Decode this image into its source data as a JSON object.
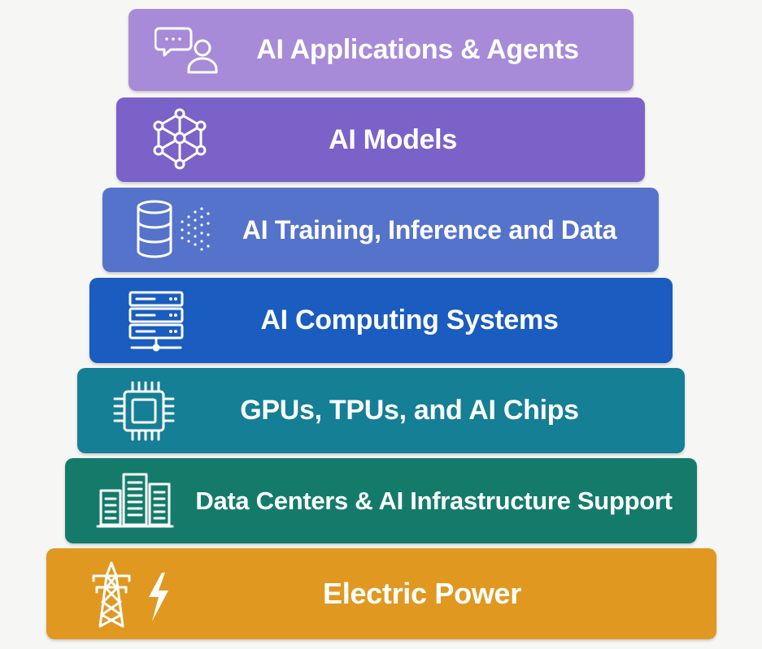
{
  "layers": [
    {
      "label": "AI Applications & Agents",
      "icon": "chat-user-icon",
      "color": "#a78bd8"
    },
    {
      "label": "AI Models",
      "icon": "neural-network-icon",
      "color": "#7a62c9"
    },
    {
      "label": "AI Training, Inference and Data",
      "icon": "database-icon",
      "color": "#5673cb"
    },
    {
      "label": "AI Computing Systems",
      "icon": "server-rack-icon",
      "color": "#1a5cbf"
    },
    {
      "label": "GPUs, TPUs, and AI Chips",
      "icon": "chip-icon",
      "color": "#147f95"
    },
    {
      "label": "Data Centers & AI Infrastructure Support",
      "icon": "buildings-icon",
      "color": "#147b6a"
    },
    {
      "label": "Electric Power",
      "icon": "power-tower-lightning-icon",
      "color": "#e09820"
    }
  ]
}
